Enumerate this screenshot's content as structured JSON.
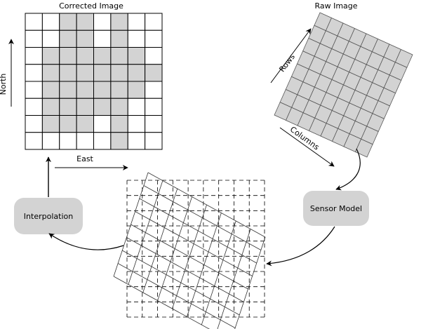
{
  "corrected_image": {
    "title": "Corrected Image",
    "axis_north": "North",
    "axis_east": "East",
    "grid_rows": 8,
    "grid_cols": 8,
    "filled_cells": [
      [
        0,
        2
      ],
      [
        0,
        3
      ],
      [
        0,
        5
      ],
      [
        1,
        2
      ],
      [
        1,
        3
      ],
      [
        1,
        5
      ],
      [
        2,
        1
      ],
      [
        2,
        2
      ],
      [
        2,
        3
      ],
      [
        2,
        4
      ],
      [
        2,
        5
      ],
      [
        2,
        6
      ],
      [
        3,
        1
      ],
      [
        3,
        2
      ],
      [
        3,
        3
      ],
      [
        3,
        4
      ],
      [
        3,
        5
      ],
      [
        3,
        6
      ],
      [
        3,
        7
      ],
      [
        4,
        1
      ],
      [
        4,
        2
      ],
      [
        4,
        3
      ],
      [
        4,
        4
      ],
      [
        4,
        5
      ],
      [
        4,
        6
      ],
      [
        5,
        1
      ],
      [
        5,
        2
      ],
      [
        5,
        3
      ],
      [
        5,
        4
      ],
      [
        5,
        5
      ],
      [
        6,
        1
      ],
      [
        6,
        2
      ],
      [
        6,
        3
      ],
      [
        6,
        5
      ],
      [
        7,
        5
      ]
    ]
  },
  "raw_image": {
    "title": "Raw Image",
    "axis_rows": "Rows",
    "axis_columns": "Columns",
    "grid_rows": 8,
    "grid_cols": 8
  },
  "sensor_model": {
    "label": "Sensor Model"
  },
  "interpolation": {
    "label": "Interpolation"
  },
  "overlay": {
    "grid_rows": 9,
    "grid_cols": 9,
    "skew_grid": 8
  },
  "colors": {
    "fill": "#d3d3d3",
    "stroke": "#000000",
    "box": "#d3d3d3"
  }
}
